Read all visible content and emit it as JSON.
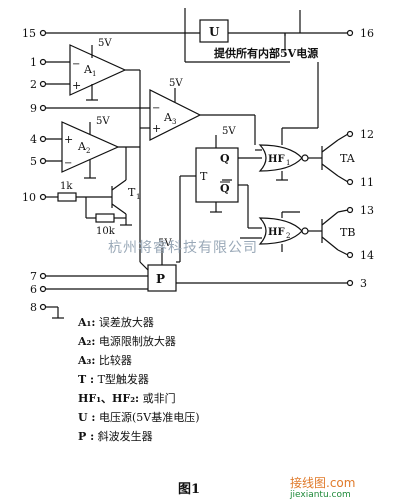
{
  "pins": {
    "p15": "15",
    "p1": "1",
    "p2": "2",
    "p9": "9",
    "p4": "4",
    "p5": "5",
    "p10": "10",
    "p7": "7",
    "p6": "6",
    "p8": "8",
    "p16": "16",
    "p12": "12",
    "p11": "11",
    "p13": "13",
    "p14": "14",
    "p3": "3"
  },
  "supply": {
    "v1": "5V",
    "v2": "5V",
    "v3": "5V",
    "v4": "5V",
    "v5": "5V"
  },
  "blocks": {
    "u": "U",
    "a1": "A",
    "a1_sub": "1",
    "a2": "A",
    "a2_sub": "2",
    "a3": "A",
    "a3_sub": "3",
    "t": "T",
    "q": "Q",
    "qbar": "Q",
    "t1": "T",
    "t1_sub": "1",
    "hf1": "HF",
    "hf1_sub": "1",
    "hf2": "HF",
    "hf2_sub": "2",
    "ta": "TA",
    "tb": "TB",
    "p": "P",
    "r1": "1k",
    "r2": "10k",
    "note": "提供所有内部5V电源"
  },
  "legend": [
    {
      "k": "A₁:",
      "v": "误差放大器"
    },
    {
      "k": "A₂:",
      "v": "电源限制放大器"
    },
    {
      "k": "A₃:",
      "v": "比较器"
    },
    {
      "k": "T :",
      "v": "T型触发器"
    },
    {
      "k": "HF₁、HF₂:",
      "v": "或非门"
    },
    {
      "k": "U :",
      "v": "电压源(5V基准电压)"
    },
    {
      "k": "P :",
      "v": "斜波发生器"
    }
  ],
  "caption": "图1",
  "watermark": "杭州将睿科技有限公司",
  "corner_logo": "接线图.com",
  "corner_url": "jiexiantu.com"
}
